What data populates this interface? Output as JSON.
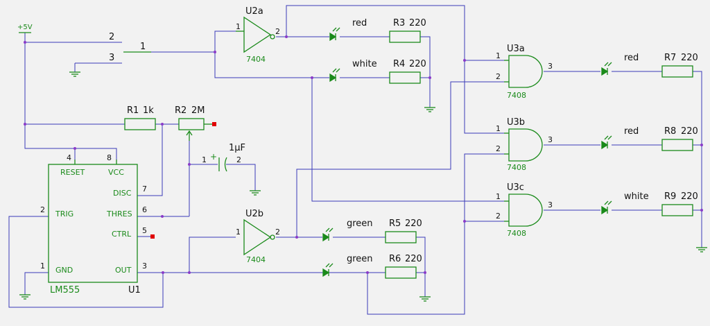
{
  "power": {
    "supply_label": "+5V"
  },
  "switch": {
    "pin_a": "2",
    "pin_b": "3",
    "common": "1"
  },
  "timer": {
    "name": "LM555",
    "ref": "U1",
    "pins": {
      "reset": "RESET",
      "vcc": "VCC",
      "disc": "DISC",
      "trig": "TRIG",
      "thres": "THRES",
      "ctrl": "CTRL",
      "gnd": "GND",
      "out": "OUT"
    },
    "pin_numbers": {
      "reset": "4",
      "vcc": "8",
      "disc": "7",
      "trig": "2",
      "thres": "6",
      "ctrl": "5",
      "gnd": "1",
      "out": "3"
    }
  },
  "resistors": {
    "r1": {
      "ref": "R1",
      "value": "1k"
    },
    "r2": {
      "ref": "R2",
      "value": "2M"
    },
    "r3": {
      "ref": "R3",
      "value": "220"
    },
    "r4": {
      "ref": "R4",
      "value": "220"
    },
    "r5": {
      "ref": "R5",
      "value": "220"
    },
    "r6": {
      "ref": "R6",
      "value": "220"
    },
    "r7": {
      "ref": "R7",
      "value": "220"
    },
    "r8": {
      "ref": "R8",
      "value": "220"
    },
    "r9": {
      "ref": "R9",
      "value": "220"
    }
  },
  "capacitor": {
    "value": "1µF",
    "plus": "+",
    "pin1": "1",
    "pin2": "2"
  },
  "inverters": {
    "u2a": {
      "ref": "U2a",
      "part": "7404",
      "in": "1",
      "out": "2"
    },
    "u2b": {
      "ref": "U2b",
      "part": "7404",
      "in": "1",
      "out": "2"
    }
  },
  "and_gates": {
    "u3a": {
      "ref": "U3a",
      "part": "7408",
      "in1": "1",
      "in2": "2",
      "out": "3"
    },
    "u3b": {
      "ref": "U3b",
      "part": "7408",
      "in1": "1",
      "in2": "2",
      "out": "3"
    },
    "u3c": {
      "ref": "U3c",
      "part": "7408",
      "in1": "1",
      "in2": "2",
      "out": "3"
    }
  },
  "leds": {
    "d_u2a_red": "red",
    "d_u2a_white": "white",
    "d_u2b_green1": "green",
    "d_u2b_green2": "green",
    "d_u3a": "red",
    "d_u3b": "red",
    "d_u3c": "white"
  },
  "colors": {
    "wire": "#3a3ab8",
    "component": "#1a8a1a",
    "junction": "#8a3ac8",
    "unconnected": "#e00000",
    "background": "#f2f2f2"
  }
}
